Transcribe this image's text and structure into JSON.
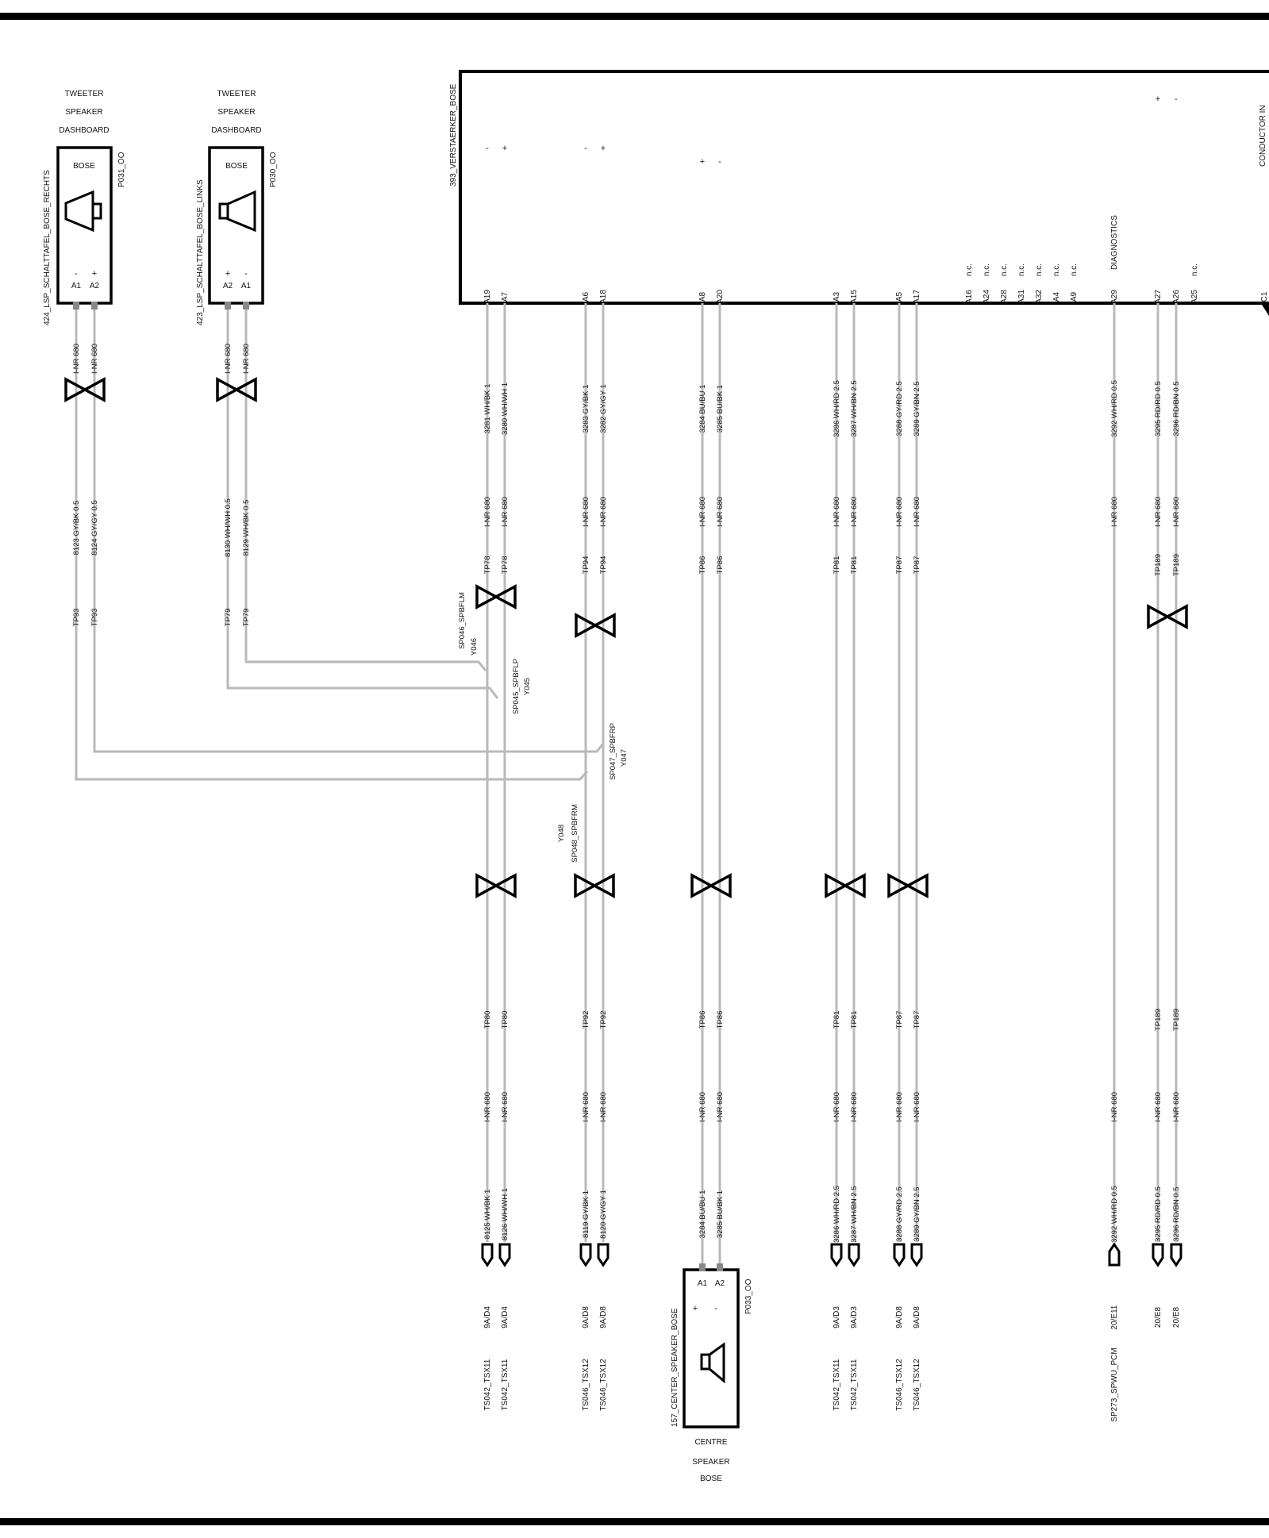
{
  "colors": {
    "wire": "#b9b9b9",
    "line": "#000000",
    "text": "#111111"
  },
  "tweeter_right": {
    "caption": [
      "TWEETER",
      "SPEAKER",
      "DASHBOARD"
    ],
    "brand": "BOSE",
    "name": "424_LSP_SCHALTTAFEL_BOSE_RECHTS",
    "ref": "P031_OO",
    "pins": [
      "A1",
      "A2"
    ],
    "polarity": [
      "-",
      "+"
    ]
  },
  "tweeter_left": {
    "caption": [
      "TWEETER",
      "SPEAKER",
      "DASHBOARD"
    ],
    "brand": "BOSE",
    "name": "423_LSP_SCHALTTAFEL_BOSE_LINKS",
    "ref": "P030_OO",
    "pins": [
      "A2",
      "A1"
    ],
    "polarity": [
      "+",
      "-"
    ]
  },
  "tweeter_wires": [
    {
      "top": "I-NR 680",
      "wire": "8123 GY/BK 0.5",
      "tp": "TP93"
    },
    {
      "top": "I-NR 680",
      "wire": "8124 GY/GY 0.5",
      "tp": "TP93"
    },
    {
      "top": "I-NR 680",
      "wire": "8130 WH/WH 0.5",
      "tp": "TP79"
    },
    {
      "top": "I-NR 680",
      "wire": "8129 WH/BK 0.5",
      "tp": "TP79"
    }
  ],
  "amplifier": {
    "name": "393_VERSTAERKER_BOSE",
    "right_label": "CONDUCTOR IN",
    "diagnostics_label": "DIAGNOSTICS",
    "nc_pins": [
      "A16",
      "A24",
      "A28",
      "A31",
      "A32",
      "A4",
      "A9"
    ],
    "nc_label": "n.c.",
    "a25_pin": "A25",
    "c1_pin": "C1",
    "polarity_marks": [
      {
        "sign": "-",
        "col": 0
      },
      {
        "sign": "+",
        "col": 1
      },
      {
        "sign": "-",
        "col": 2
      },
      {
        "sign": "+",
        "col": 3
      },
      {
        "sign": "+",
        "col": 4
      },
      {
        "sign": "-",
        "col": 5
      },
      {
        "sign": "+",
        "col": 15
      },
      {
        "sign": "-",
        "col": 16
      }
    ]
  },
  "channels": [
    {
      "pin": "A19",
      "wire_top": "3281 WH/BK 1",
      "nr_top": "I-NR 680",
      "tp_top": "TP78",
      "tp_bot": "TP80",
      "nr_bot": "I-NR 680",
      "wire_bot": "8125 WH/BK 1",
      "end": "9A/D4",
      "dest": "TS042_TSX11"
    },
    {
      "pin": "A7",
      "wire_top": "3280 WH/WH 1",
      "nr_top": "I-NR 680",
      "tp_top": "TP78",
      "tp_bot": "TP80",
      "nr_bot": "I-NR 680",
      "wire_bot": "8126 WH/WH 1",
      "end": "9A/D4",
      "dest": "TS042_TSX11"
    },
    {
      "pin": "A6",
      "wire_top": "3283 GY/BK 1",
      "nr_top": "I-NR 680",
      "tp_top": "TP94",
      "tp_bot": "TP92",
      "nr_bot": "I-NR 680",
      "wire_bot": "8119 GY/BK 1",
      "end": "9A/D8",
      "dest": "TS046_TSX12"
    },
    {
      "pin": "A18",
      "wire_top": "3282 GY/GY 1",
      "nr_top": "I-NR 680",
      "tp_top": "TP94",
      "tp_bot": "TP92",
      "nr_bot": "I-NR 680",
      "wire_bot": "8120 GY/GY 1",
      "end": "9A/D8",
      "dest": "TS046_TSX12"
    },
    {
      "pin": "A8",
      "wire_top": "3284 BU/BU 1",
      "nr_top": "I-NR 680",
      "tp_top": "TP86",
      "tp_bot": "TP86",
      "nr_bot": "I-NR 680",
      "wire_bot": "3284 BU/BU 1",
      "end": "",
      "dest": ""
    },
    {
      "pin": "A20",
      "wire_top": "3285 BU/BK 1",
      "nr_top": "I-NR 680",
      "tp_top": "TP86",
      "tp_bot": "TP86",
      "nr_bot": "I-NR 680",
      "wire_bot": "3285 BU/BK 1",
      "end": "",
      "dest": ""
    },
    {
      "pin": "A3",
      "wire_top": "3286 WH/RD 2.5",
      "nr_top": "I-NR 680",
      "tp_top": "TP81",
      "tp_bot": "TP81",
      "nr_bot": "I-NR 680",
      "wire_bot": "3286 WH/RD 2.5",
      "end": "9A/D3",
      "dest": "TS042_TSX11"
    },
    {
      "pin": "A15",
      "wire_top": "3287 WH/BN 2.5",
      "nr_top": "I-NR 680",
      "tp_top": "TP81",
      "tp_bot": "TP81",
      "nr_bot": "I-NR 680",
      "wire_bot": "3287 WH/BN 2.5",
      "end": "9A/D3",
      "dest": "TS042_TSX11"
    },
    {
      "pin": "A5",
      "wire_top": "3288 GY/RD 2.5",
      "nr_top": "I-NR 680",
      "tp_top": "TP87",
      "tp_bot": "TP87",
      "nr_bot": "I-NR 680",
      "wire_bot": "3288 GY/RD 2.5",
      "end": "9A/D8",
      "dest": "TS046_TSX12"
    },
    {
      "pin": "A17",
      "wire_top": "3289 GY/BN 2.5",
      "nr_top": "I-NR 680",
      "tp_top": "TP87",
      "tp_bot": "TP87",
      "nr_bot": "I-NR 680",
      "wire_bot": "3289 GY/BN 2.5",
      "end": "9A/D8",
      "dest": "TS046_TSX12"
    },
    {
      "pin": "A29",
      "wire_top": "3292 WH/RD 0.5",
      "nr_top": "I-NR 680",
      "tp_top": "",
      "tp_bot": "",
      "nr_bot": "I-NR 680",
      "wire_bot": "3292 WH/RD 0.5",
      "end": "20/E11",
      "dest": "SP273_SPWU_PCM"
    },
    {
      "pin": "A27",
      "wire_top": "3295 RD/RD 0.5",
      "nr_top": "I-NR 680",
      "tp_top": "TP189",
      "tp_bot": "TP189",
      "nr_bot": "I-NR 680",
      "wire_bot": "3295 RD/RD 0.5",
      "end": "20/E8",
      "dest": ""
    },
    {
      "pin": "A26",
      "wire_top": "3296 RD/BN 0.5",
      "nr_top": "I-NR 680",
      "tp_top": "TP189",
      "tp_bot": "TP189",
      "nr_bot": "I-NR 680",
      "wire_bot": "3296 RD/BN 0.5",
      "end": "20/E8",
      "dest": ""
    }
  ],
  "splices": [
    {
      "name": "SP046_SPBFLM",
      "code": "Y046"
    },
    {
      "name": "SP045_SPBFLP",
      "code": "Y045"
    },
    {
      "name": "SP047_SPBFRP",
      "code": "Y047"
    },
    {
      "name": "SP048_SPBFRM",
      "code": "Y048"
    }
  ],
  "centre_speaker": {
    "name": "157_CENTER_SPEAKER_BOSE",
    "ref": "P033_OO",
    "pins": [
      "A1",
      "A2"
    ],
    "polarity": [
      "+",
      "-"
    ],
    "caption": [
      "CENTRE",
      "SPEAKER",
      "BOSE"
    ]
  }
}
